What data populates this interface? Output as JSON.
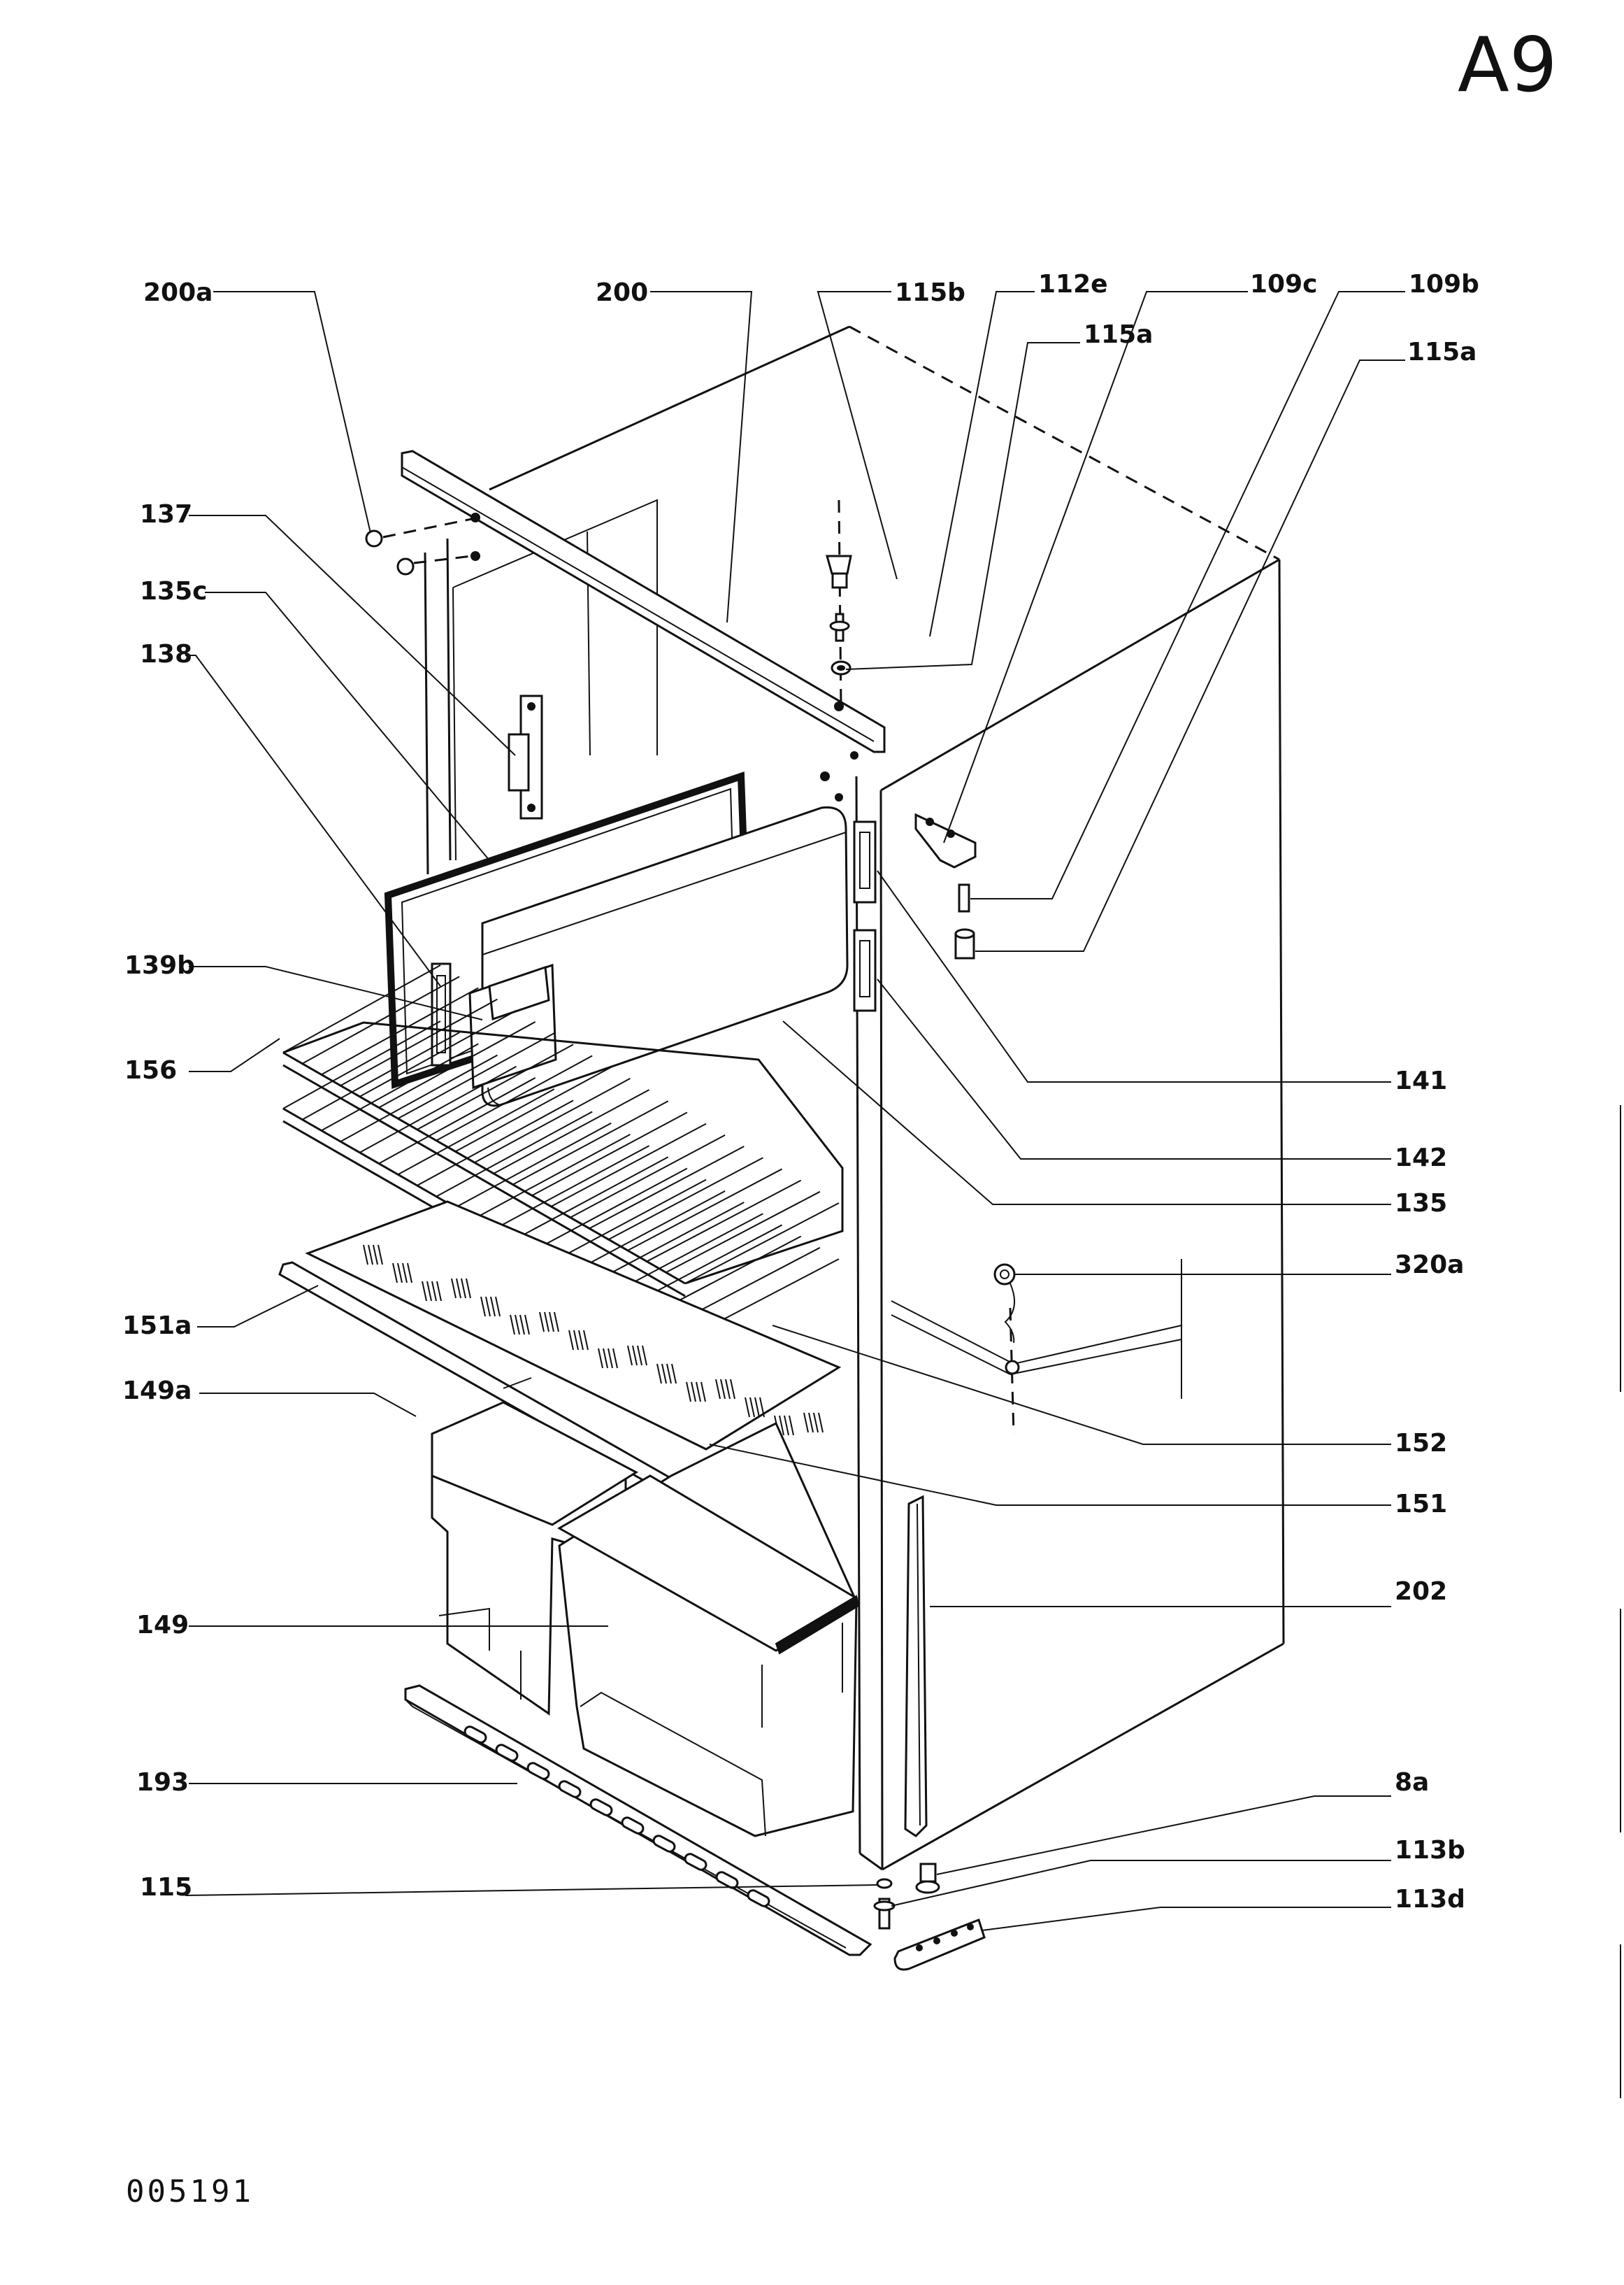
{
  "sheet": {
    "page_tag": "A9",
    "document_number": "005191"
  },
  "callouts": [
    {
      "id": "200a",
      "label": "200a"
    },
    {
      "id": "200",
      "label": "200"
    },
    {
      "id": "115b",
      "label": "115b"
    },
    {
      "id": "112e",
      "label": "112e"
    },
    {
      "id": "109c",
      "label": "109c"
    },
    {
      "id": "109b",
      "label": "109b"
    },
    {
      "id": "115a_1",
      "label": "115a"
    },
    {
      "id": "115a_2",
      "label": "115a"
    },
    {
      "id": "137",
      "label": "137"
    },
    {
      "id": "135c",
      "label": "135c"
    },
    {
      "id": "138",
      "label": "138"
    },
    {
      "id": "139b",
      "label": "139b"
    },
    {
      "id": "156",
      "label": "156"
    },
    {
      "id": "151a",
      "label": "151a"
    },
    {
      "id": "149a",
      "label": "149a"
    },
    {
      "id": "149",
      "label": "149"
    },
    {
      "id": "193",
      "label": "193"
    },
    {
      "id": "115",
      "label": "115"
    },
    {
      "id": "141",
      "label": "141"
    },
    {
      "id": "142",
      "label": "142"
    },
    {
      "id": "135",
      "label": "135"
    },
    {
      "id": "320a",
      "label": "320a"
    },
    {
      "id": "152",
      "label": "152"
    },
    {
      "id": "151",
      "label": "151"
    },
    {
      "id": "202",
      "label": "202"
    },
    {
      "id": "8a",
      "label": "8a"
    },
    {
      "id": "113b",
      "label": "113b"
    },
    {
      "id": "113d",
      "label": "113d"
    }
  ]
}
